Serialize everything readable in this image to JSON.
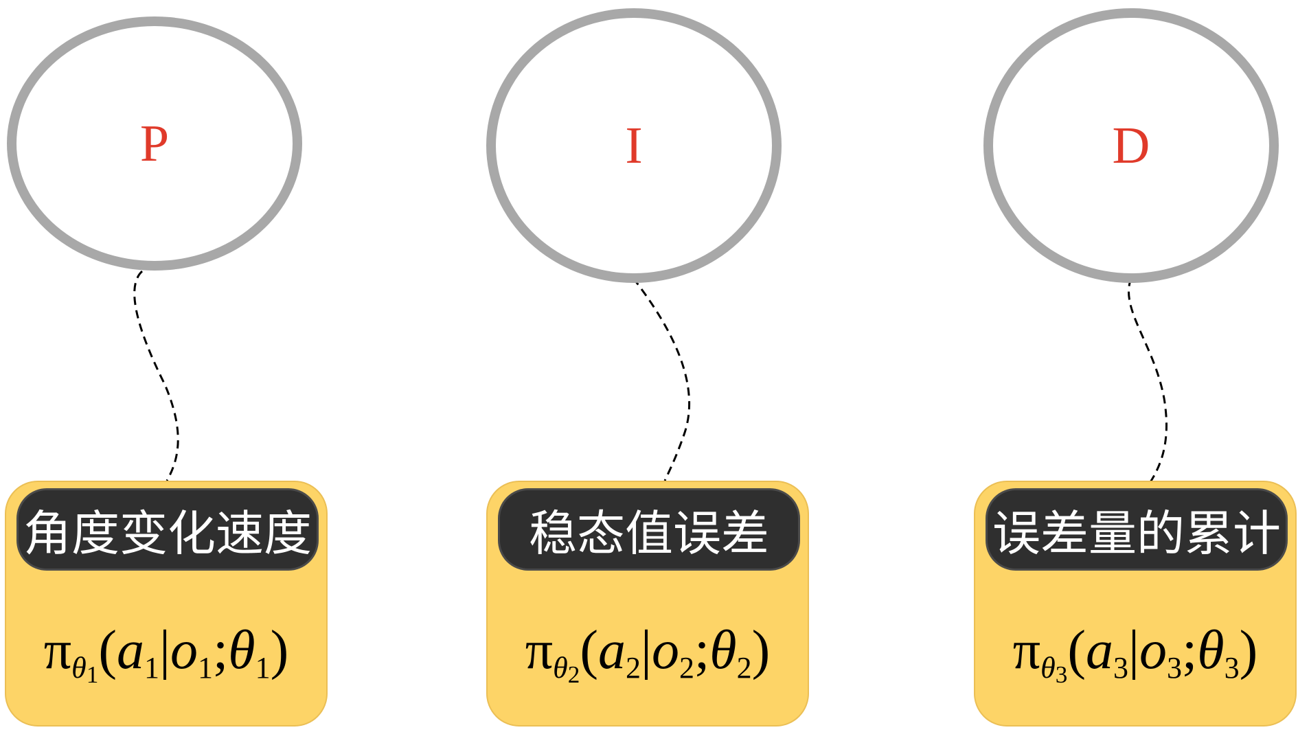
{
  "nodes": [
    {
      "circle_label": "P",
      "box_label": "角度变化速度",
      "formula": {
        "pi": "π",
        "theta": "θ",
        "a": "a",
        "o": "o",
        "index": "1"
      }
    },
    {
      "circle_label": "I",
      "box_label": "稳态值误差",
      "formula": {
        "pi": "π",
        "theta": "θ",
        "a": "a",
        "o": "o",
        "index": "2"
      }
    },
    {
      "circle_label": "D",
      "box_label": "误差量的累计",
      "formula": {
        "pi": "π",
        "theta": "θ",
        "a": "a",
        "o": "o",
        "index": "3"
      }
    }
  ],
  "colors": {
    "circle_stroke": "#a8a8a8",
    "circle_label": "#e03a2a",
    "card_fill": "#fdd467",
    "pill_fill": "#2f2f2f",
    "pill_text": "#ffffff",
    "connector": "#000000"
  }
}
